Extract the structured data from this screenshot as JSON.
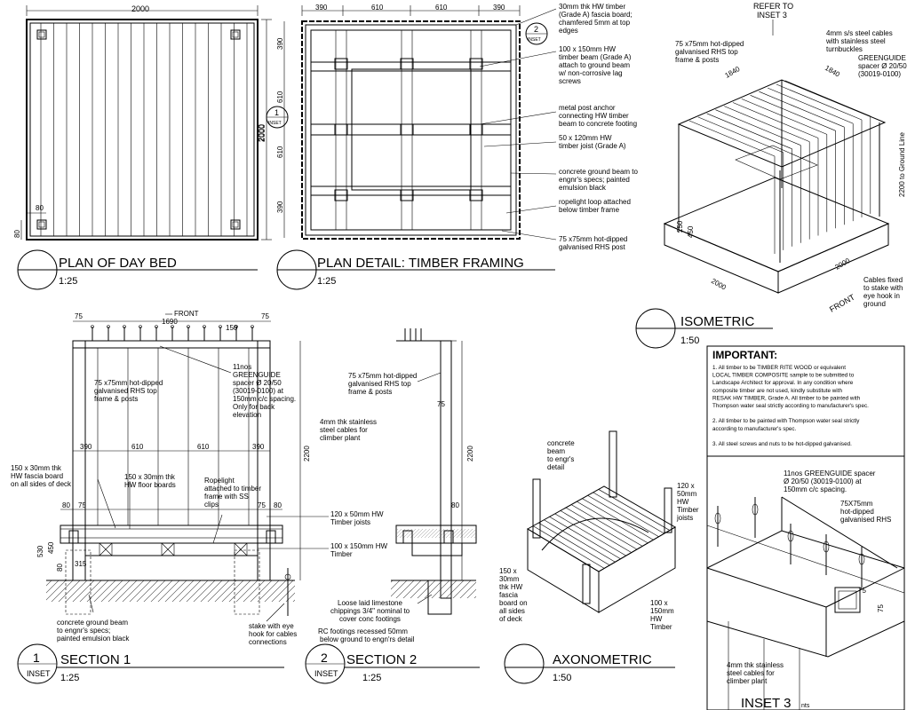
{
  "plan_day_bed": {
    "title": "PLAN OF DAY BED",
    "scale": "1:25",
    "dim_top": "2000",
    "dim_side": "2000",
    "dim_80a": "80",
    "dim_80b": "80"
  },
  "plan_detail": {
    "title": "PLAN DETAIL: TIMBER FRAMING",
    "scale": "1:25",
    "dims_top": [
      "390",
      "610",
      "610",
      "390"
    ],
    "dims_side": [
      "390",
      "610",
      "610",
      "390"
    ],
    "dim_side_total": "2000",
    "inset_1": "1",
    "inset_1_label": "INSET",
    "inset_2": "2",
    "inset_2_label": "INSET",
    "notes": [
      [
        "30mm thk HW timber",
        "(Grade A) fascia board;",
        "chamfered 5mm at top",
        "edges"
      ],
      [
        "100 x 150mm HW",
        "timber beam (Grade A)",
        "attach to ground beam",
        "w/ non-corrosive lag",
        "screws"
      ],
      [
        "metal post anchor",
        "connecting HW timber",
        "beam to concrete footing"
      ],
      [
        "50 x 120mm HW",
        "timber joist (Grade A)"
      ],
      [
        "concrete ground beam to",
        "engnr's specs; painted",
        "emulsion black"
      ],
      [
        "ropelight loop attached",
        "below timber frame"
      ],
      [
        "75 x75mm hot-dipped",
        "galvanised RHS post"
      ]
    ]
  },
  "isometric": {
    "title": "ISOMETRIC",
    "scale": "1:50",
    "refer": [
      "REFER TO",
      "INSET 3"
    ],
    "note_cables": [
      "4mm s/s steel cables",
      "with stainless steel",
      "turnbuckles"
    ],
    "note_rhs": [
      "75 x75mm hot-dipped",
      "galvanised RHS top",
      "frame & posts"
    ],
    "note_greenguide": [
      "GREENGUIDE",
      "spacer Ø 20/50",
      "(30019-0100)"
    ],
    "dim_1840a": "1840",
    "dim_1840b": "1840",
    "dim_2200": "2200 to Ground Line",
    "dim_250": "250",
    "dim_450": "450",
    "dim_2000a": "2000",
    "dim_2000b": "2000",
    "front": "FRONT",
    "note_stake": [
      "Cables fixed",
      "to stake with",
      "eye hook in",
      "ground"
    ]
  },
  "important": {
    "heading": "IMPORTANT:",
    "lines": [
      "1. All timber to be TIMBER RITE WOOD or equivalent",
      "LOCAL TIMBER COMPOSITE  sample to be submitted to",
      "Landscape Architect for approval.   In any condition where",
      "composite timber  are not used, kindly substitute with",
      "RESAK HW TIMBER, Grade A. All timber to be painted with",
      "Thompson water seal strictly according to manufacturer's spec.",
      "",
      "2. All timber to be painted with Thompson water seal strictly",
      "according to manufacturer's spec.",
      "",
      "3. All steel screws and nuts to be hot-dipped galvanised."
    ]
  },
  "section1": {
    "title": "SECTION 1",
    "num": "1",
    "inset": "INSET",
    "scale": "1:25",
    "front": "FRONT",
    "dim_75a": "75",
    "dim_1690": "1690",
    "dim_75b": "75",
    "dim_150": "150",
    "dims_mid": [
      "390",
      "610",
      "610",
      "390"
    ],
    "dims_80": [
      "80",
      "75",
      "75",
      "80"
    ],
    "dim_2200": "2200",
    "dim_530": "530",
    "dim_450": "450",
    "dim_80": "80",
    "dim_315": "315",
    "note_greenguide": [
      "11nos",
      "GREENGUIDE",
      "spacer Ø 20/50",
      "(30019-0100) at",
      "150mm c/c spacing.",
      "Only for back",
      "elevation"
    ],
    "note_rhs": [
      "75 x75mm hot-dipped",
      "galvanised RHS top",
      "frame & posts"
    ],
    "note_cables": [
      "4mm thk stainless",
      "steel cables for",
      "climber plant"
    ],
    "note_fascia": [
      "150 x 30mm thk",
      "HW fascia board",
      "on all sides of deck"
    ],
    "note_floor": [
      "150 x 30mm thk",
      "HW floor boards"
    ],
    "note_ropelight": [
      "Ropelight",
      "attached to timber",
      "frame with SS",
      "clips"
    ],
    "note_joists": [
      "120 x 50mm HW",
      "Timber joists"
    ],
    "note_timber": [
      "100 x 150mm HW",
      "Timber"
    ],
    "note_ground": [
      "concrete ground beam",
      "to engnr's specs;",
      "painted emulsion black"
    ],
    "note_stake": [
      "stake with eye",
      "hook for cables",
      "connections"
    ]
  },
  "section2": {
    "title": "SECTION 2",
    "num": "2",
    "inset": "INSET",
    "scale": "1:25",
    "note_rhs": [
      "75 x75mm hot-dipped",
      "galvanised RHS top",
      "frame & posts"
    ],
    "dim_75": "75",
    "dim_2200": "2200",
    "dim_80": "80",
    "note_limestone": [
      "Loose laid limestone",
      "chippings 3/4\" nominal to",
      "cover conc footings"
    ],
    "note_rc": [
      "RC footings recessed 50mm",
      "below ground to engn'rs detail"
    ]
  },
  "axonometric": {
    "title": "AXONOMETRIC",
    "scale": "1:50",
    "note_beam": [
      "concrete",
      "beam",
      "to engr's",
      "detail"
    ],
    "note_joists": [
      "120 x",
      "50mm",
      "HW",
      "Timber",
      "joists"
    ],
    "note_fascia": [
      "150 x",
      "30mm",
      "thk HW",
      "fascia",
      "board on",
      "all sides",
      "of deck"
    ],
    "note_timber": [
      "100 x",
      "150mm",
      "HW",
      "Timber"
    ]
  },
  "inset3": {
    "title": "INSET 3",
    "nts": "nts",
    "note_greenguide": [
      "11nos GREENGUIDE spacer",
      "Ø 20/50 (30019-0100) at",
      "150mm c/c spacing."
    ],
    "note_rhs": [
      "75X75mm",
      "hot-dipped",
      "galvanised RHS"
    ],
    "dim_75a": "75",
    "dim_75b": "75",
    "note_cables": [
      "4mm thk stainless",
      "steel cables for",
      "climber plant"
    ]
  }
}
